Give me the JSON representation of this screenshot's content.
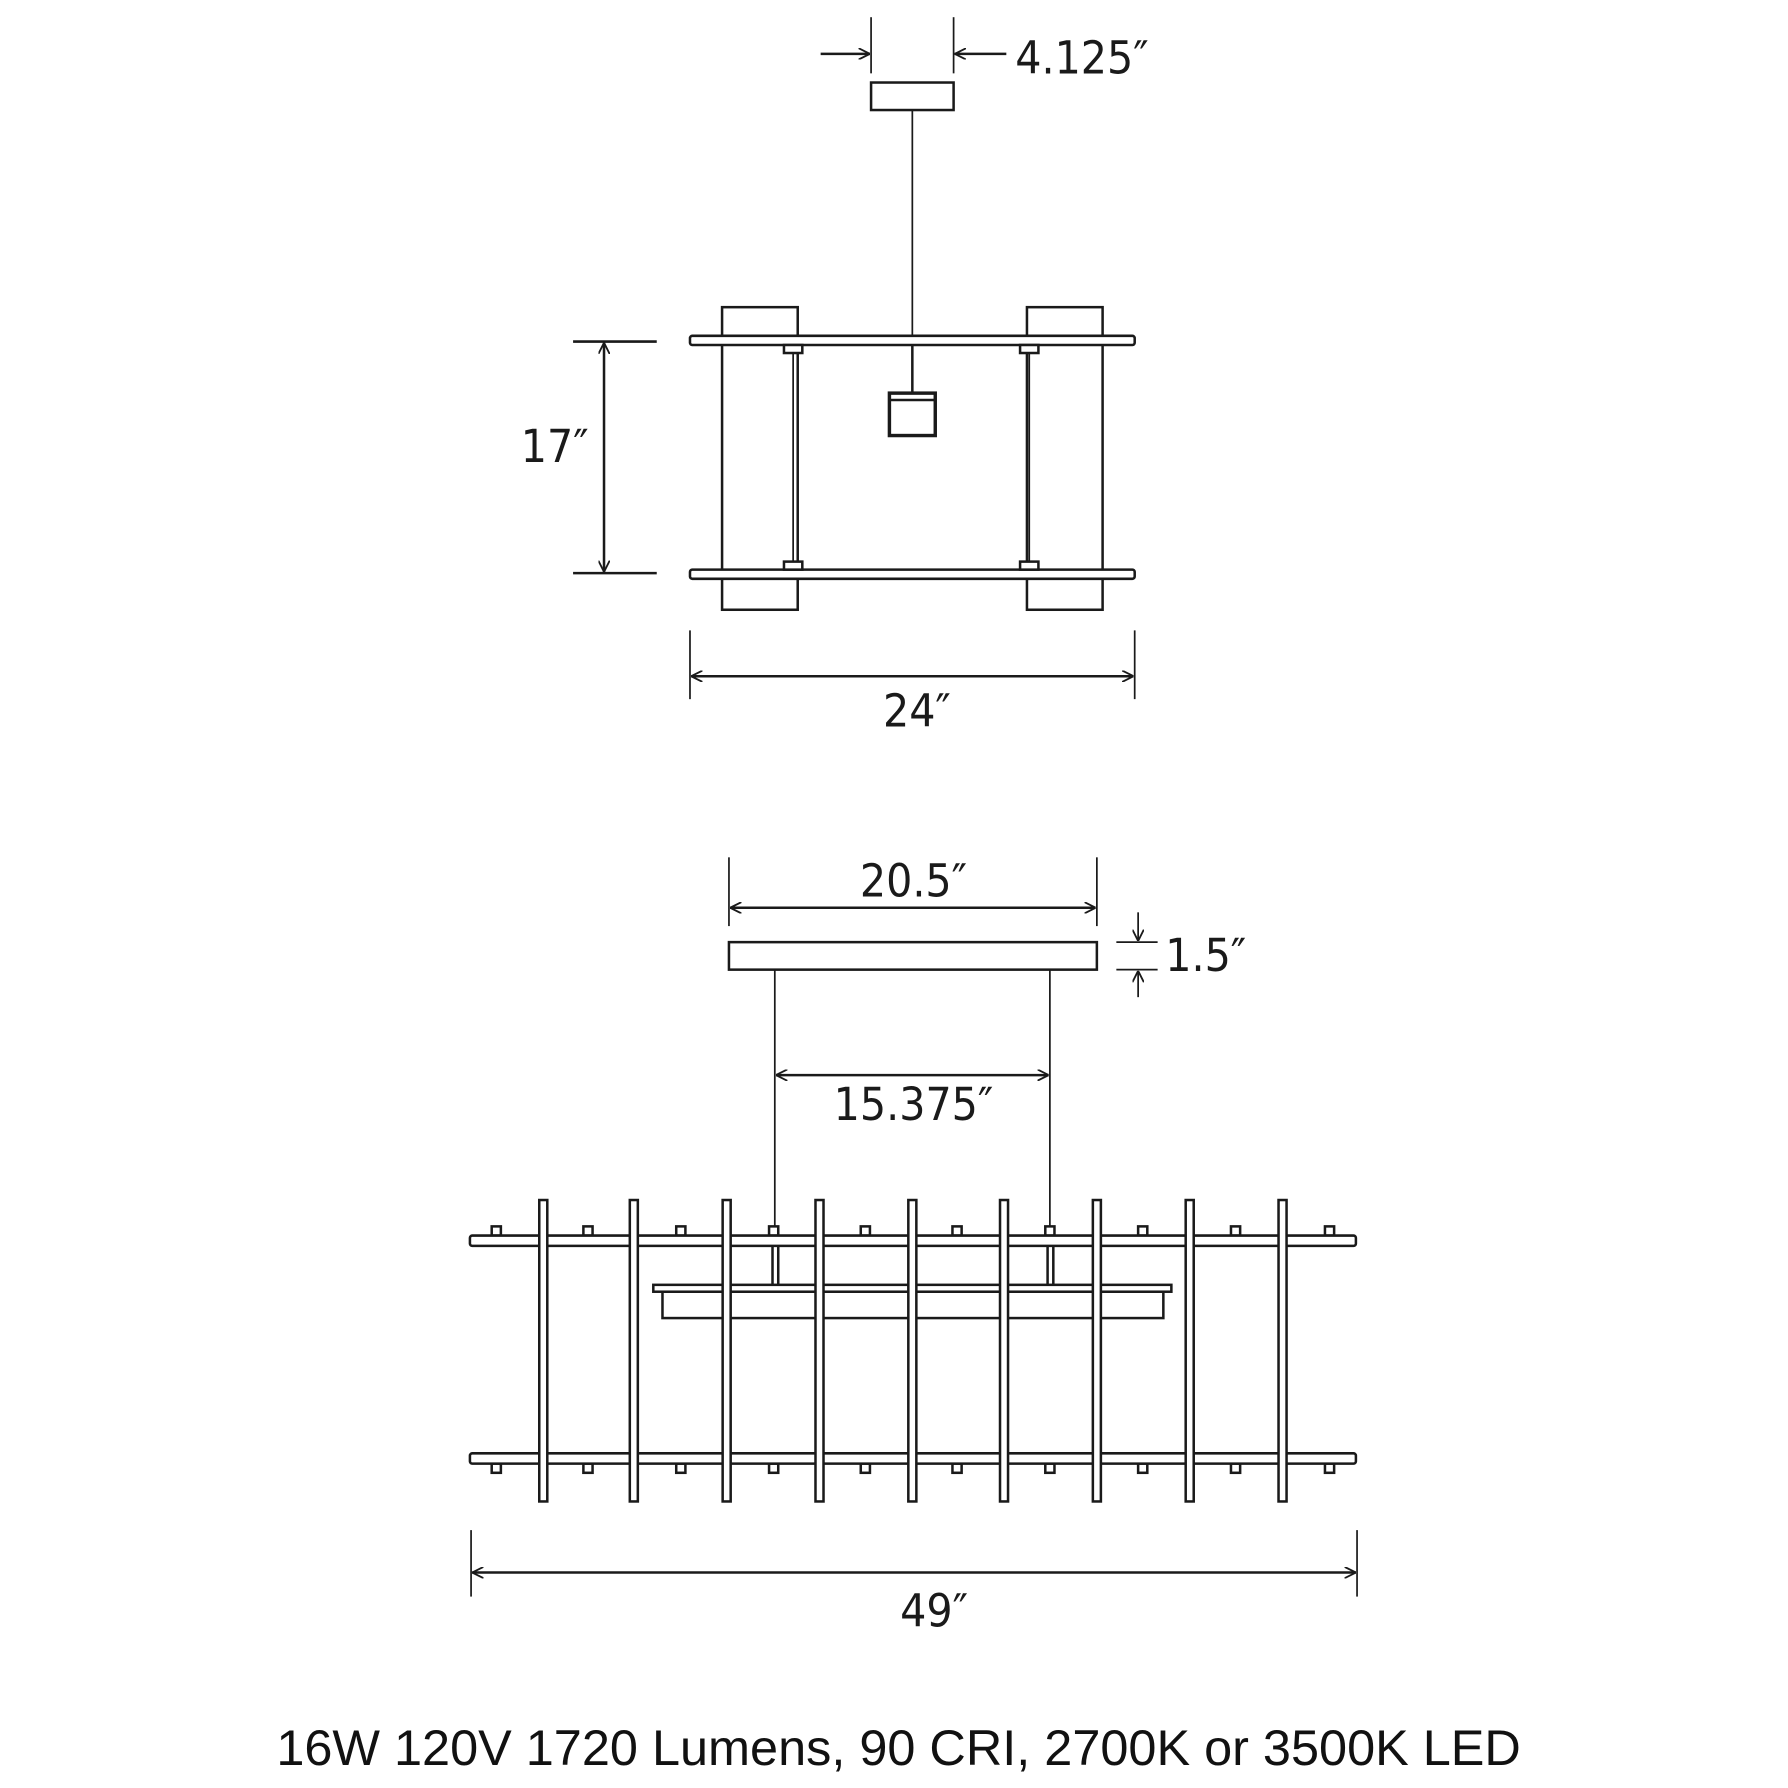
{
  "top_view": {
    "canopy_width": "4.125″",
    "height": "17″",
    "width": "24″"
  },
  "front_view": {
    "canopy_length": "20.5″",
    "canopy_height": "1.5″",
    "cord_spacing": "15.375″",
    "overall_length": "49″"
  },
  "specs": "16W 120V 1720 Lumens, 90 CRI, 2700K or 3500K LED"
}
